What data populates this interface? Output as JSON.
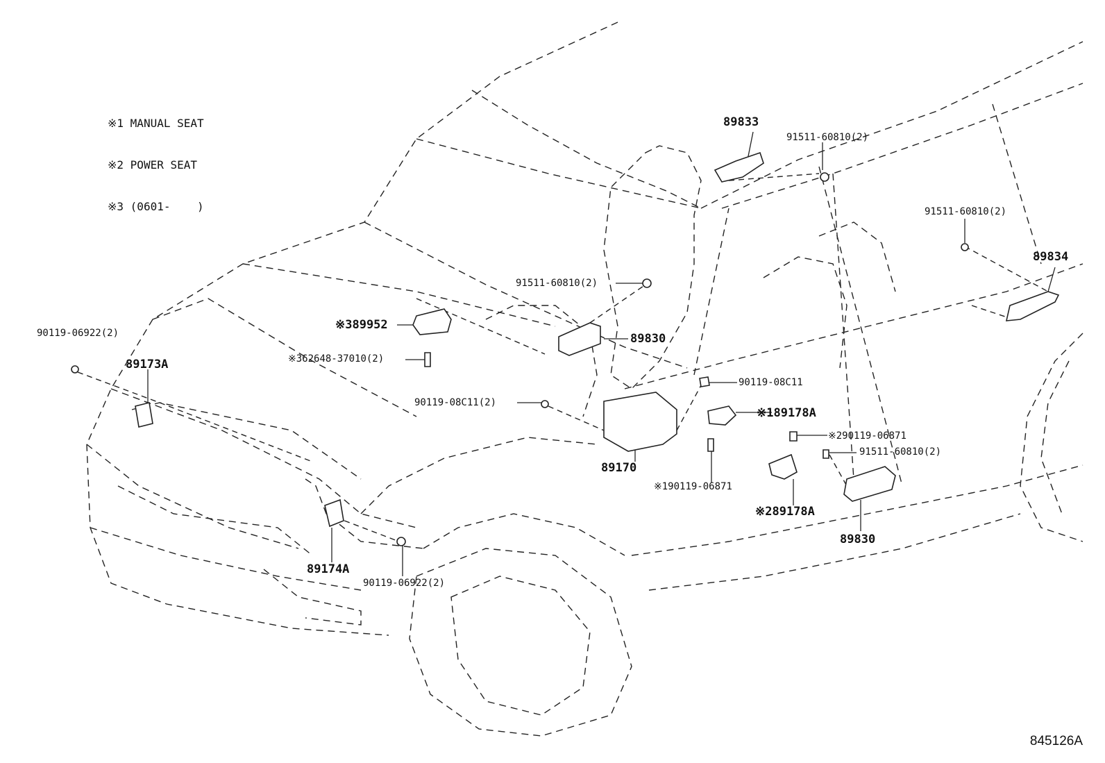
{
  "legend": [
    "※1 MANUAL SEAT",
    "※2 POWER SEAT",
    "※3 (0601-    )"
  ],
  "labels": {
    "l_89833": "89833",
    "l_91511_top": "91511-60810(2)",
    "l_91511_right": "91511-60810(2)",
    "l_89834": "89834",
    "l_91511_mid": "91511-60810(2)",
    "l_89952": "※389952",
    "l_89830_upper": "89830",
    "l_90119_06922_left": "90119-06922(2)",
    "l_89173A": "89173A",
    "l_62648": "※362648-37010(2)",
    "l_90119_08C11_right": "90119-08C11",
    "l_90119_08C11_left": "90119-08C11(2)",
    "l_89178A_1": "※189178A",
    "l_90119_06871_2": "※290119-06871",
    "l_91511_lower": "91511-60810(2)",
    "l_89170": "89170",
    "l_90119_06871_1": "※190119-06871",
    "l_89178A_2": "※289178A",
    "l_89830_lower": "89830",
    "l_89174A": "89174A",
    "l_90119_06922_bottom": "90119-06922(2)"
  },
  "diagram_code": "845126A"
}
